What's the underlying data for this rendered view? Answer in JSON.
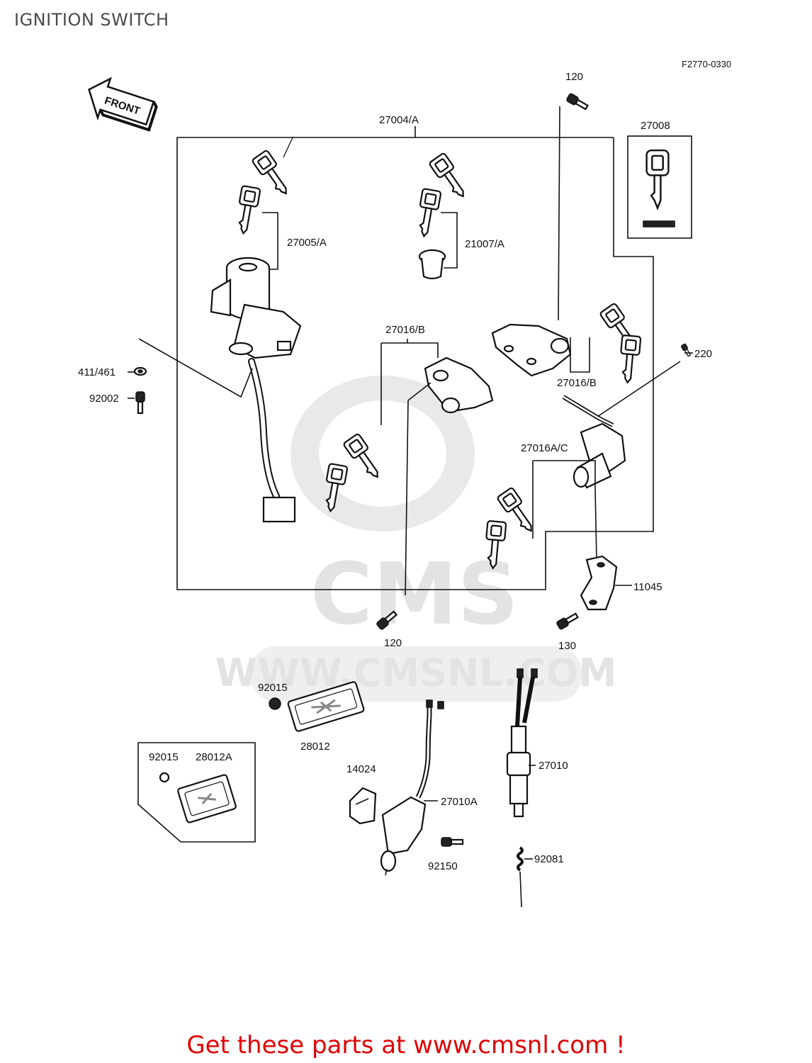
{
  "page": {
    "title": "IGNITION SWITCH",
    "figure_code": "F2770-0330",
    "footer_text": "Get these parts at www.cmsnl.com !",
    "accent_color": "#e00000"
  },
  "watermark": {
    "brand": "CMS",
    "url": "WWW.CMSNL.COM"
  },
  "orientation": {
    "label": "FRONT"
  },
  "part_labels": {
    "p120_top": "120",
    "p27004A": "27004/A",
    "p27008": "27008",
    "p27005A": "27005/A",
    "p21007A": "21007/A",
    "p27016B_left": "27016/B",
    "p27016B_right": "27016/B",
    "p220": "220",
    "p411_461": "411/461",
    "p92002": "92002",
    "p27016AC": "27016A/C",
    "p11045": "11045",
    "p120_bottom": "120",
    "p130": "130",
    "p92015_a": "92015",
    "p28012": "28012",
    "p92015_b": "92015",
    "p28012A": "28012A",
    "p14024": "14024",
    "p27010A": "27010A",
    "p27010": "27010",
    "p92150": "92150",
    "p92081": "92081"
  },
  "icons": {
    "key": "key-icon",
    "bolt": "bolt-icon",
    "ignition": "ignition-switch-icon",
    "lock": "lock-icon",
    "bracket": "bracket-icon",
    "reflector": "reflector-icon",
    "spring": "spring-icon"
  }
}
